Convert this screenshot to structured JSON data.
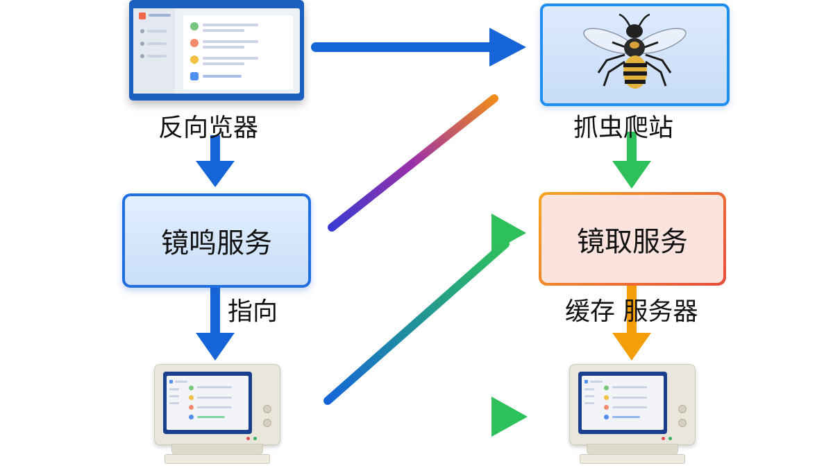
{
  "nodes": {
    "top_left_label": "反向览器",
    "top_right_label": "抓虫爬站",
    "mid_left_box": "镜鸣服务",
    "mid_right_box": "镜取服务",
    "mid_left_caption": "指向",
    "mid_right_caption": "缓存 服务器"
  },
  "icons": {
    "top_left": "browser-window-icon",
    "top_right": "bee-icon",
    "bottom_left": "desktop-computer-icon",
    "bottom_right": "desktop-computer-icon"
  },
  "colors": {
    "blue": "#1565d8",
    "green": "#22c55e",
    "orange": "#f59e0b",
    "red": "#ef4444",
    "purple": "#6d3bbf"
  }
}
